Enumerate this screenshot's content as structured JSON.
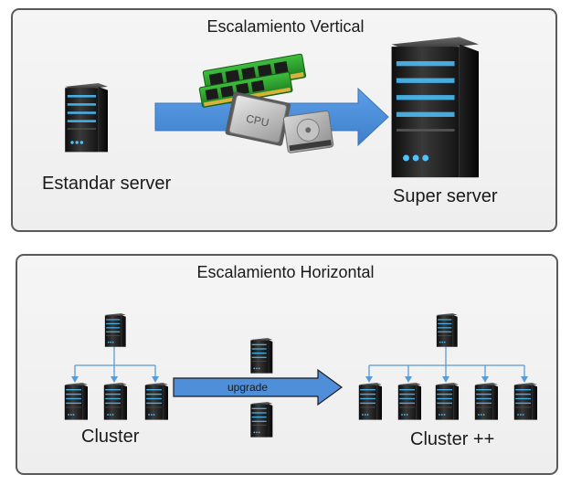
{
  "vertical": {
    "title": "Escalamiento Vertical",
    "left_label": "Estandar server",
    "right_label": "Super server",
    "cpu_chip_label": "CPU"
  },
  "horizontal": {
    "title": "Escalamiento Horizontal",
    "left_label": "Cluster",
    "right_label": "Cluster ++",
    "arrow_label": "upgrade"
  },
  "colors": {
    "arrow_fill": "#4f8ed8",
    "connector": "#5b9bd5",
    "server_led": "#4fc3ff",
    "ram_green": "#2e9e2e",
    "panel_border": "#595959"
  },
  "icons": [
    "server-icon",
    "ram-module-icon",
    "cpu-chip-icon",
    "hard-drive-icon"
  ]
}
